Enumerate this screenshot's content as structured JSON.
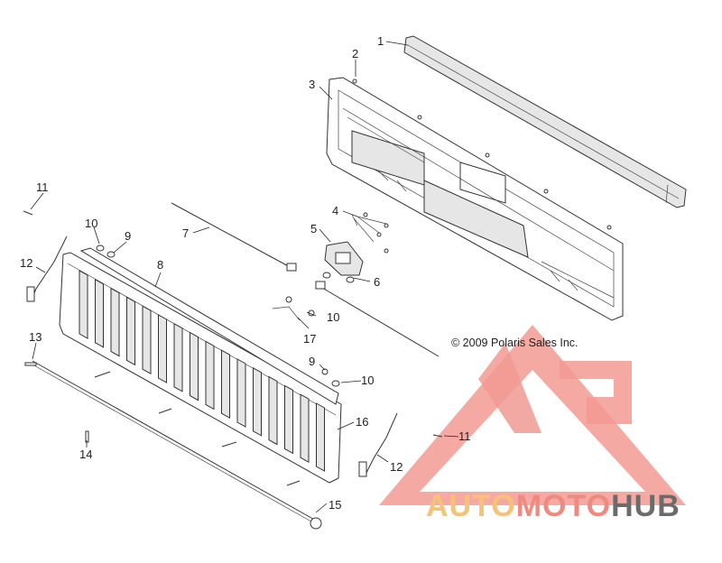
{
  "callouts": [
    {
      "id": "1",
      "label": "1"
    },
    {
      "id": "2",
      "label": "2"
    },
    {
      "id": "3",
      "label": "3"
    },
    {
      "id": "4",
      "label": "4"
    },
    {
      "id": "5",
      "label": "5"
    },
    {
      "id": "6",
      "label": "6"
    },
    {
      "id": "7",
      "label": "7"
    },
    {
      "id": "8",
      "label": "8"
    },
    {
      "id": "9a",
      "label": "9"
    },
    {
      "id": "9b",
      "label": "9"
    },
    {
      "id": "10a",
      "label": "10"
    },
    {
      "id": "10b",
      "label": "10"
    },
    {
      "id": "10c",
      "label": "10"
    },
    {
      "id": "11a",
      "label": "11"
    },
    {
      "id": "11b",
      "label": "11"
    },
    {
      "id": "12a",
      "label": "12"
    },
    {
      "id": "12b",
      "label": "12"
    },
    {
      "id": "13",
      "label": "13"
    },
    {
      "id": "14",
      "label": "14"
    },
    {
      "id": "15",
      "label": "15"
    },
    {
      "id": "16",
      "label": "16"
    },
    {
      "id": "17",
      "label": "17"
    }
  ],
  "copyright": "© 2009 Polaris Sales Inc.",
  "watermark": {
    "part1": "AUTO",
    "part2": "MOTO",
    "part3": "HUB",
    "color_gold": "#f5c27a",
    "color_red": "#f08a80",
    "color_gray": "#6b6b6b"
  }
}
